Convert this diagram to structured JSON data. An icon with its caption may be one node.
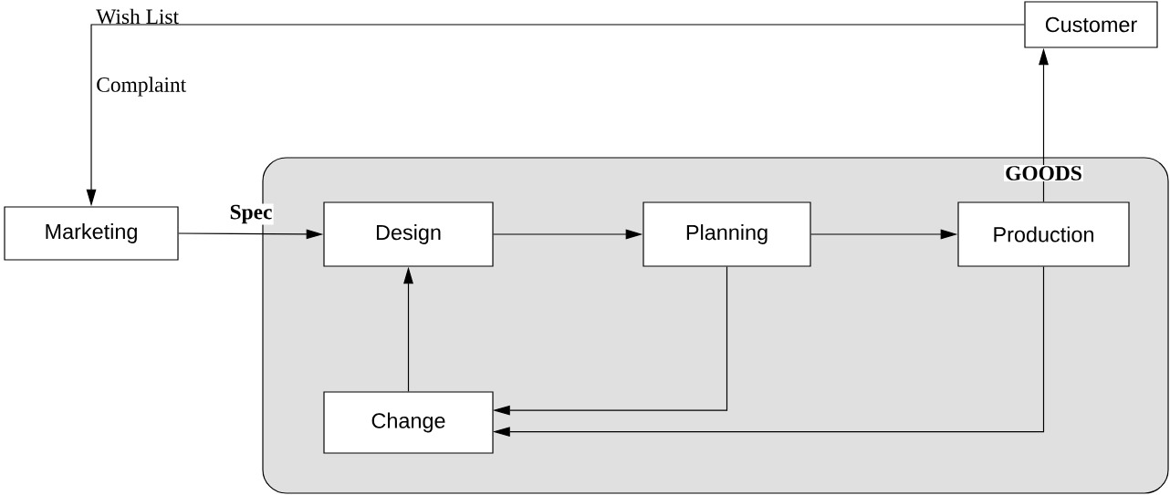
{
  "diagram": {
    "nodes": [
      {
        "text": [
          "Customer"
        ]
      },
      {
        "text": [
          "Marketing"
        ]
      },
      {
        "text": [],
        "shape": "box"
      },
      {
        "text": [
          "Design"
        ],
        "in": 2
      },
      {
        "text": [
          "Planning"
        ],
        "in": 2
      },
      {
        "text": [
          "Production"
        ],
        "in": 2
      },
      {
        "text": [
          "Change"
        ],
        "in": 2
      }
    ],
    "edges": [
      {
        "from": 0,
        "to": 1,
        "arrow": "to"
      },
      {
        "from": 1,
        "to": 3,
        "arrow": "to",
        "label": "Spec"
      },
      {
        "from": 3,
        "to": 4,
        "arrow": "to"
      },
      {
        "from": 4,
        "to": 5,
        "arrow": "to"
      },
      {
        "from": 5,
        "to": 0,
        "arrow": "to",
        "label": "GOODS"
      },
      {
        "from": 6,
        "to": 3,
        "arrow": "to"
      },
      {
        "from": 4,
        "to": 6,
        "arrow": "to"
      },
      {
        "from": 5,
        "to": 6,
        "arrow": "to"
      }
    ],
    "labels": [
      "Wish List",
      "Complaint"
    ]
  }
}
